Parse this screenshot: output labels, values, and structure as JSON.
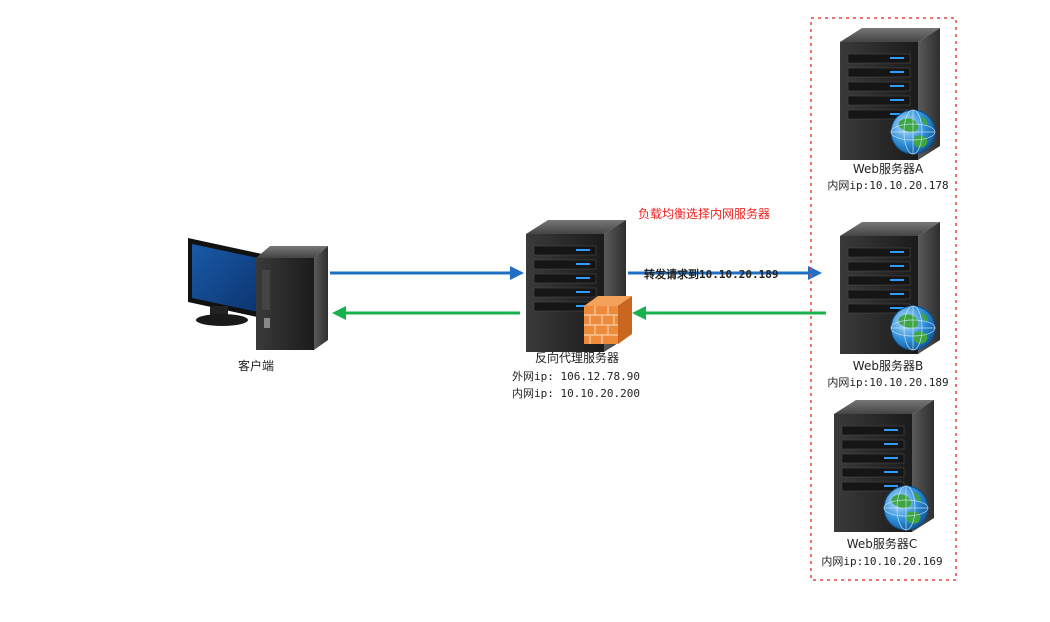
{
  "client": {
    "label": "客户端"
  },
  "proxy": {
    "label": "反向代理服务器",
    "public_ip": "外网ip: 106.12.78.90",
    "internal_ip": "内网ip: 10.10.20.200"
  },
  "load_balance_note": "负载均衡选择内网服务器",
  "forward_note": "转发请求到10.10.20.189",
  "servers": [
    {
      "label": "Web服务器A",
      "ip": "内网ip:10.10.20.178"
    },
    {
      "label": "Web服务器B",
      "ip": "内网ip:10.10.20.189"
    },
    {
      "label": "Web服务器C",
      "ip": "内网ip:10.10.20.169"
    }
  ],
  "colors": {
    "request_arrow": "#1f6fc4",
    "response_arrow": "#19b14d",
    "group_border": "#ee4444"
  },
  "icons": [
    "desktop-computer-icon",
    "server-icon",
    "firewall-icon",
    "globe-icon"
  ]
}
